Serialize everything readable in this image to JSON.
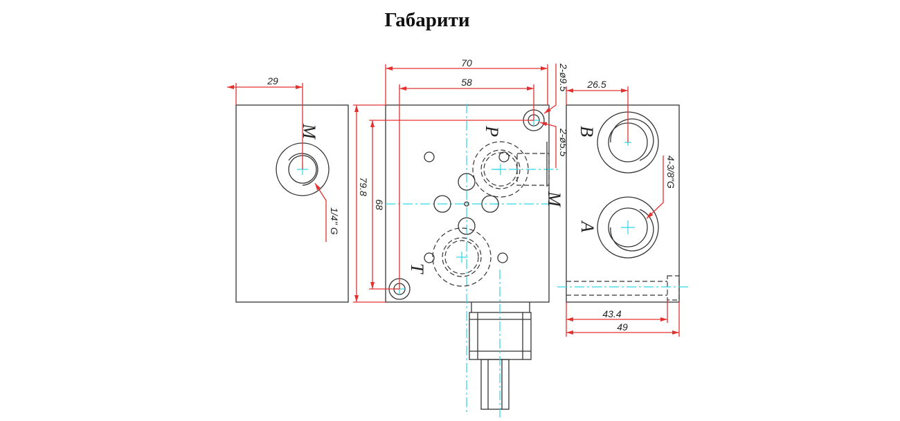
{
  "title": "Габарити",
  "dimensions": {
    "left_width": "29",
    "body_width": "70",
    "hole_spacing_x": "58",
    "right_offset": "26.5",
    "body_height": "79.8",
    "hole_spacing_y": "68",
    "bolt_length": "43.4",
    "right_width": "49"
  },
  "callouts": {
    "mount_hole_outer": "2-ø9.5",
    "mount_hole_inner": "2-ø5.5",
    "gauge_port_thread": "1/4'' G",
    "work_port_thread": "4-3/8\"G"
  },
  "ports": {
    "left_m": "M",
    "p": "P",
    "t": "T",
    "front_m": "M",
    "b": "B",
    "a": "A"
  },
  "colors": {
    "dimension": "#e53030",
    "centerline": "#2fd6e6",
    "outline": "#333333"
  }
}
